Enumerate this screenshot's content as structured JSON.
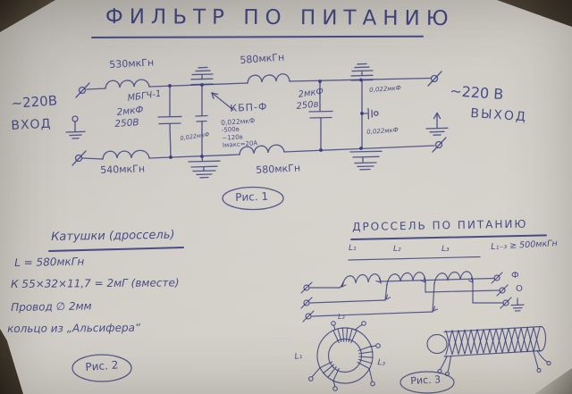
{
  "title": "ФИЛЬТР ПО ПИТАНИЮ",
  "colors": {
    "ink": "#3b3e7f",
    "paper": "#d0cdc7"
  },
  "fig1": {
    "input_voltage": "~220В",
    "input_label": "ВХОД",
    "output_voltage": "~220 В",
    "output_label": "ВЫХОД",
    "coil_top_left": "530мкГн",
    "coil_top_right": "580мкГн",
    "coil_bottom_left": "540мкГн",
    "coil_bottom_right": "580мкГн",
    "cap_input_type": "МБГЧ-1",
    "cap_input_value": "2мкФ",
    "cap_input_voltage": "250В",
    "cap_mid_value": "2мкФ",
    "cap_mid_voltage": "250в",
    "cap_series_left": "0,022мкФ",
    "cap_right_top": "0,022мкФ",
    "cap_right_bottom": "0,022мкФ",
    "kbp_name": "КБП-Ф",
    "kbp_spec_1": "0,022мкФ",
    "kbp_spec_2": "-500в",
    "kbp_spec_3": "~120в",
    "kbp_spec_4": "Iмакс=20А",
    "caption": "Рис. 1"
  },
  "notes": {
    "heading": "Катушки (дроссель)",
    "line1": "L = 580мкГн",
    "line2": "К 55×32×11,7 = 2мГ (вместе)",
    "line3": "Провод ∅ 2мм",
    "line4": "кольцо из „Альсифера“",
    "caption": "Рис. 2"
  },
  "fig3": {
    "heading": "ДРОССЕЛЬ ПО ПИТАНИЮ",
    "label_l1": "L₁",
    "label_l2": "L₂",
    "label_l3": "L₃",
    "sum_label": "L₁₋₃ ≥ 500мкГн",
    "terminal_phase": "Ф",
    "terminal_zero": "О",
    "toroid_l1": "L₁",
    "toroid_l2": "L₂",
    "toroid_l3": "L₃",
    "caption": "Рис. 3"
  }
}
